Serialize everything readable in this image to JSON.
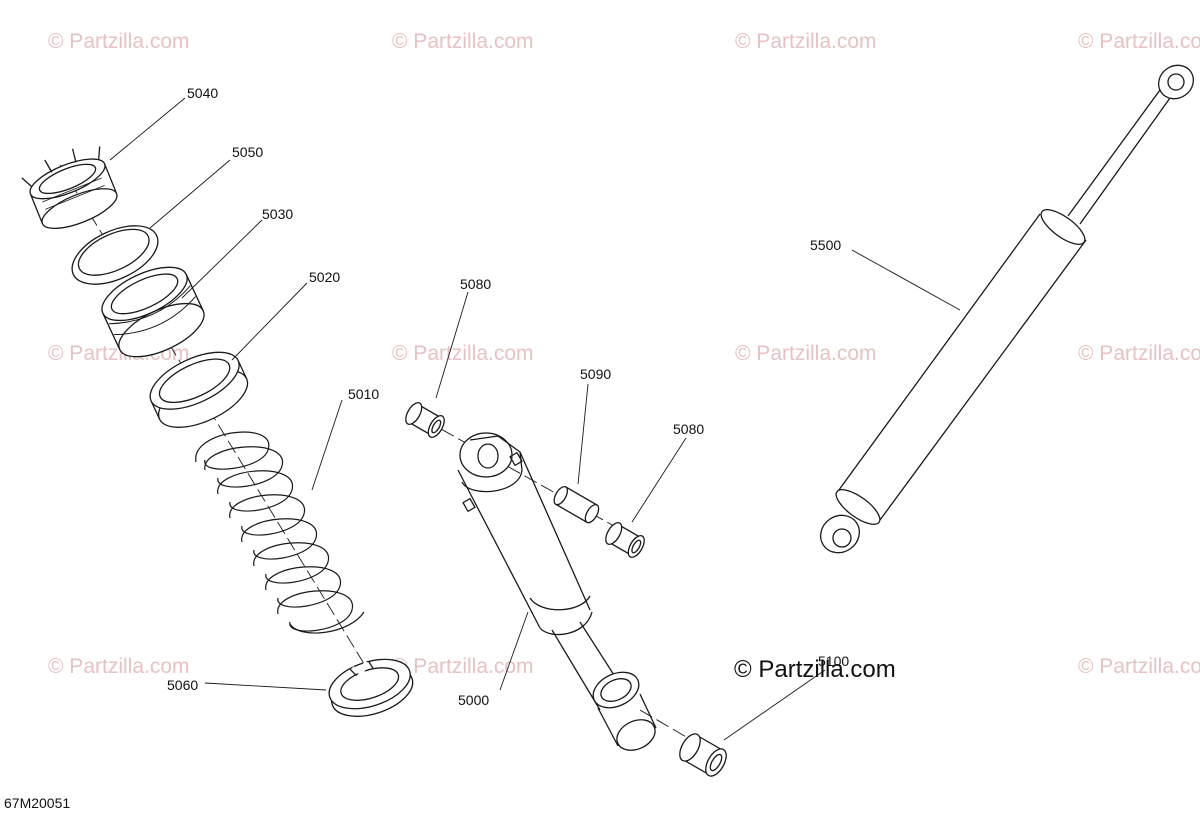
{
  "watermark": "© Partzilla.com",
  "logo": "© Partzilla.com",
  "diagram_code": "67M20051",
  "parts": {
    "p5040": "5040",
    "p5050": "5050",
    "p5030": "5030",
    "p5020": "5020",
    "p5010": "5010",
    "p5060": "5060",
    "p5080a": "5080",
    "p5090": "5090",
    "p5080b": "5080",
    "p5000": "5000",
    "p5100": "5100",
    "p5500": "5500"
  }
}
